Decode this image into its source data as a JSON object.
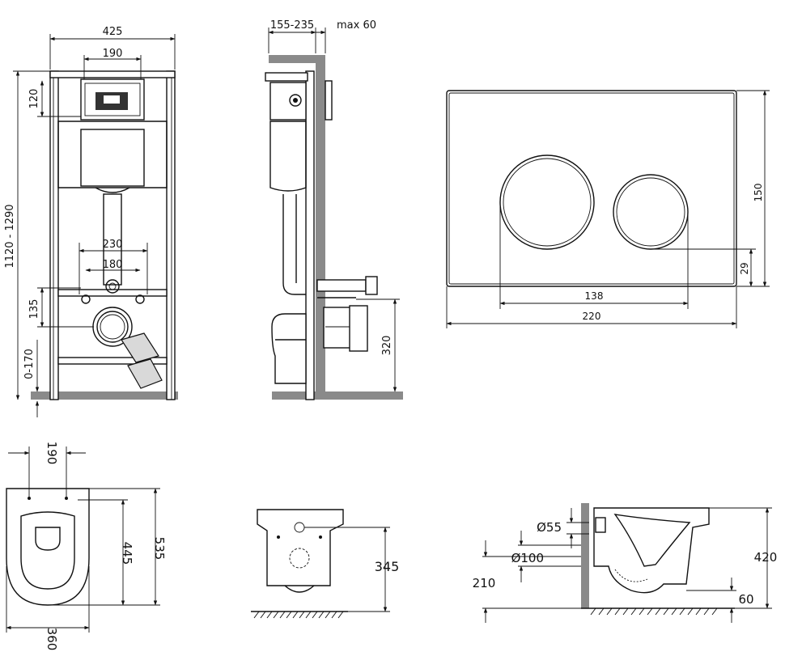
{
  "dimensions": {
    "frame_width": "425",
    "cistern_width": "190",
    "top_offset": "120",
    "frame_height": "1120 - 1290",
    "bolt_spacing_outer": "230",
    "bolt_spacing_inner": "180",
    "outlet_height": "135",
    "foot_adjust": "0-170",
    "depth_range": "155-235",
    "max_wall": "max 60",
    "pipe_height": "320",
    "plate_height": "150",
    "button_offset": "29",
    "button_span": "138",
    "plate_width": "220",
    "bowl_bolt_spacing": "190",
    "bowl_inner_length": "445",
    "bowl_length": "535",
    "bowl_width": "360",
    "front_height": "345",
    "inlet_diameter": "Ø55",
    "outlet_diameter": "Ø100",
    "outlet_axis_height": "210",
    "bowl_height": "420",
    "floor_clearance": "60"
  },
  "colors": {
    "line": "#111111",
    "wall": "#8a8a8a",
    "plate": "#ffffff"
  }
}
